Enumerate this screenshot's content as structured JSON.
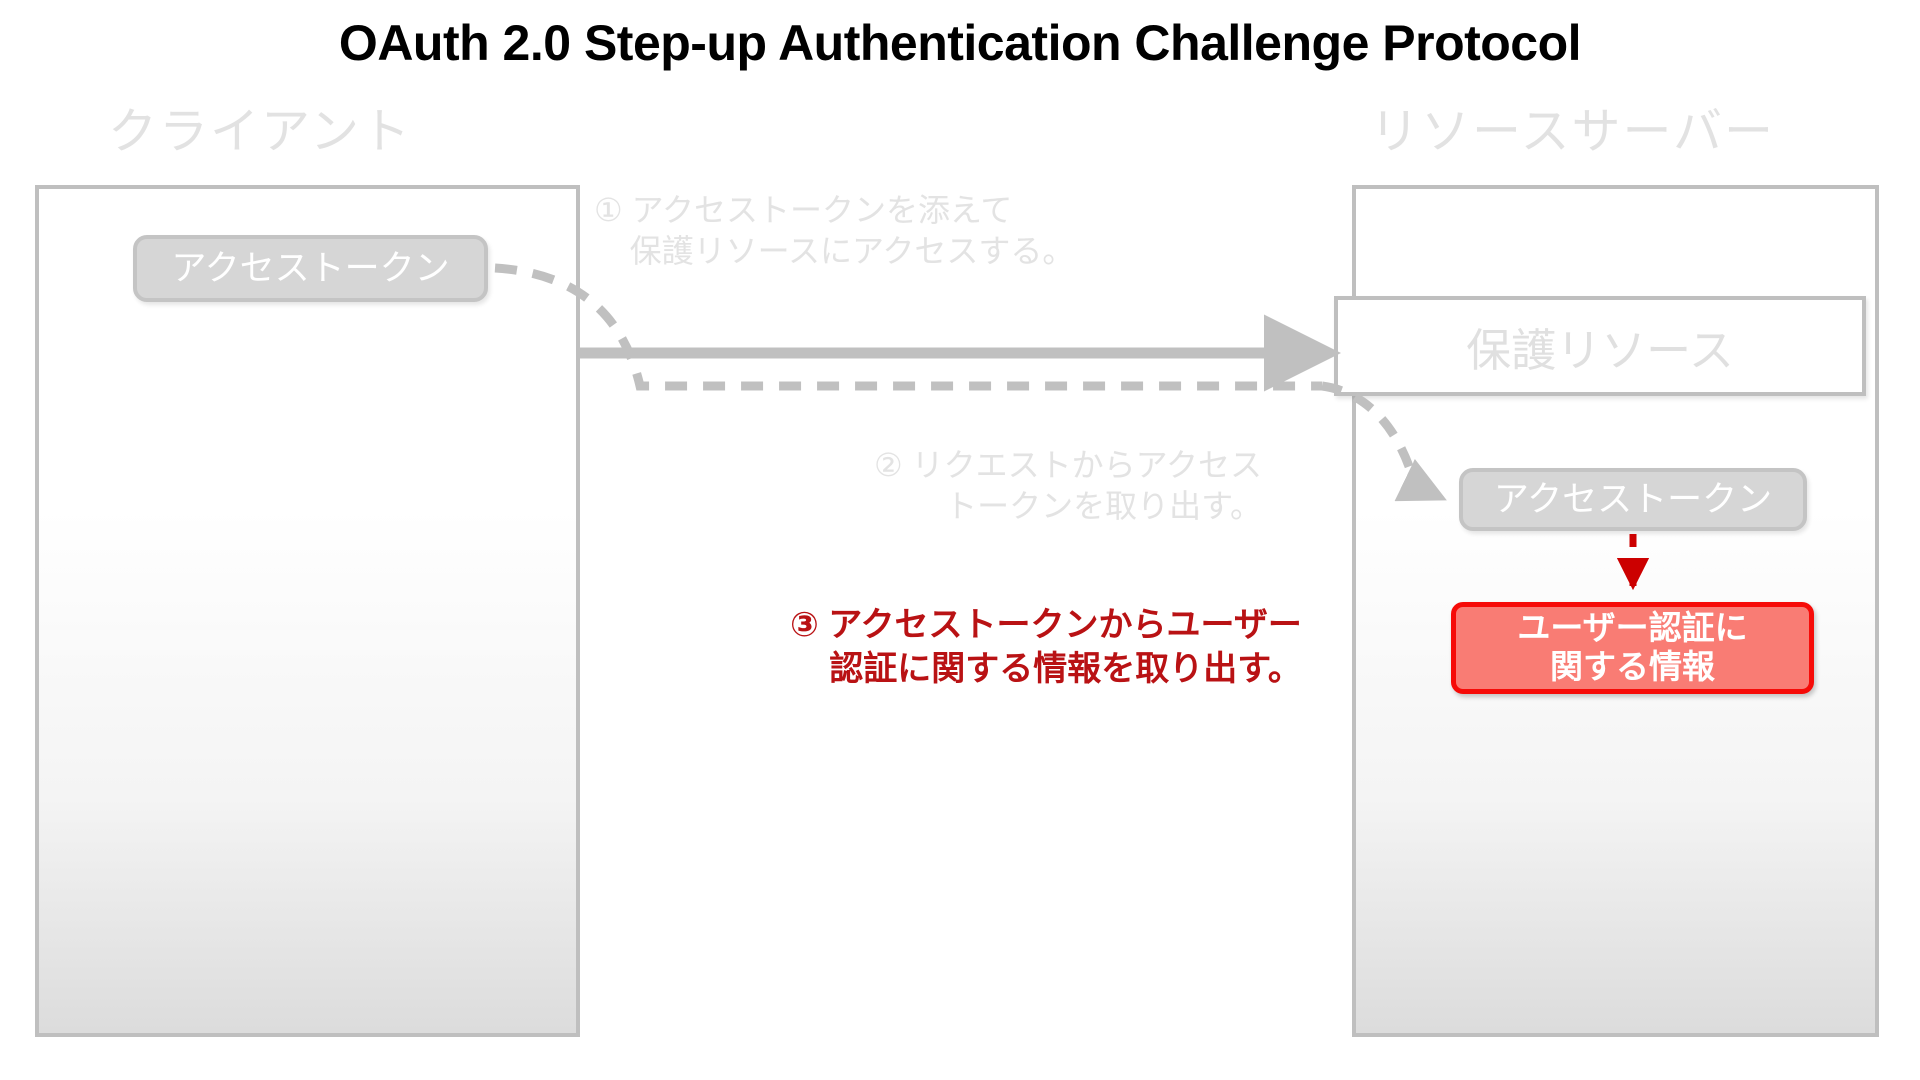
{
  "slide": {
    "title": "OAuth 2.0 Step-up Authentication Challenge Protocol"
  },
  "actors": {
    "client": {
      "label": "クライアント",
      "token_chip": "アクセストークン"
    },
    "resource_server": {
      "label": "リソースサーバー",
      "protected_resource": "保護リソース",
      "token_chip": "アクセストークン",
      "user_auth_info_line1": "ユーザー認証に",
      "user_auth_info_line2": "関する情報"
    }
  },
  "steps": [
    {
      "marker": "①",
      "text": "① アクセストークンを添えて\n    保護リソースにアクセスする。",
      "state": "inactive"
    },
    {
      "marker": "②",
      "text": "② リクエストからアクセス\n    トークンを取り出す。",
      "state": "inactive"
    },
    {
      "marker": "③",
      "text": "③ アクセストークンからユーザー\n    認証に関する情報を取り出す。",
      "state": "active"
    }
  ],
  "colors": {
    "title": "#000000",
    "inactive_gray": "#e3e3e3",
    "panel_border": "#bfbfbf",
    "chip_fill": "#d6d6d6",
    "highlight_red": "#f60b08",
    "highlight_fill": "#f97c74",
    "step_red_text": "#b91214",
    "connector_gray": "#c0c0c0",
    "connector_red": "#cc0000"
  }
}
